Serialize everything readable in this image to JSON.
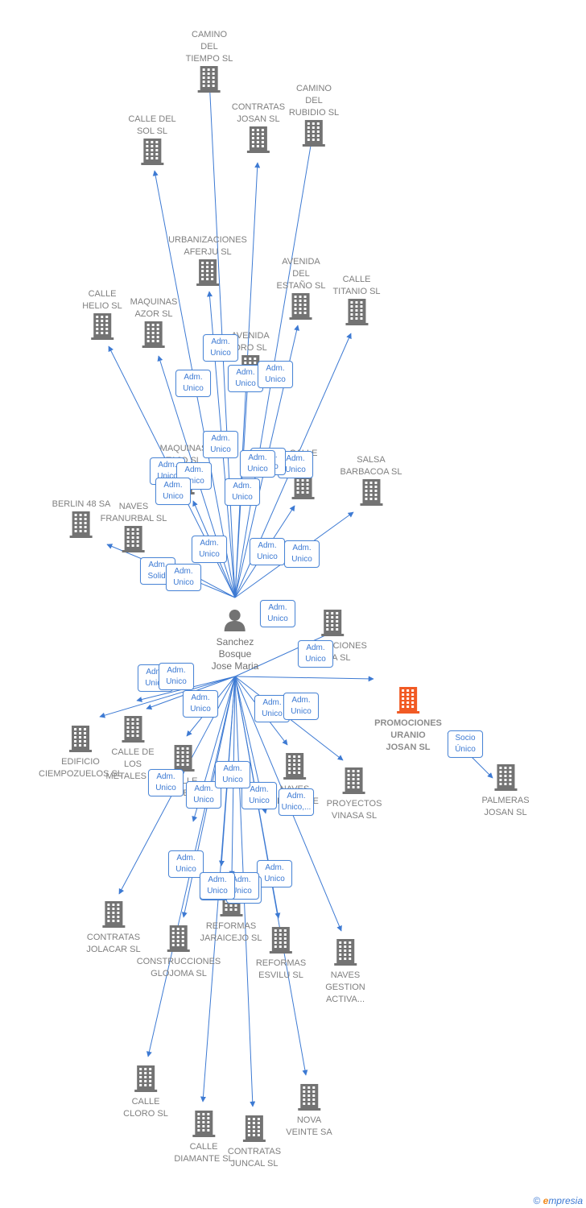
{
  "colors": {
    "edge": "#3d7ad3",
    "building": "#737373",
    "highlight": "#f15a24",
    "badge_border": "#4a86d8"
  },
  "center": {
    "name": "Sanchez\nBosque\nJose Maria",
    "icon": "person-icon"
  },
  "nodes": [
    {
      "id": "camino-tiempo",
      "label": "CAMINO\nDEL\nTIEMPO SL",
      "icon": "building-icon"
    },
    {
      "id": "contratas-josan",
      "label": "CONTRATAS\nJOSAN  SL",
      "icon": "building-icon"
    },
    {
      "id": "camino-rubidio",
      "label": "CAMINO\nDEL\nRUBIDIO SL",
      "icon": "building-icon"
    },
    {
      "id": "calle-sol",
      "label": "CALLE DEL\nSOL SL",
      "icon": "building-icon"
    },
    {
      "id": "urbanizaciones-aferju",
      "label": "URBANIZACIONES\nAFERJU SL",
      "icon": "building-icon"
    },
    {
      "id": "avenida-estano",
      "label": "AVENIDA\nDEL\nESTAÑO SL",
      "icon": "building-icon"
    },
    {
      "id": "calle-titanio",
      "label": "CALLE\nTITANIO SL",
      "icon": "building-icon"
    },
    {
      "id": "calle-helio",
      "label": "CALLE\nHELIO SL",
      "icon": "building-icon"
    },
    {
      "id": "maquinas-azor",
      "label": "MAQUINAS\nAZOR  SL",
      "icon": "building-icon"
    },
    {
      "id": "avenida-oro",
      "label": "AVENIDA\nORO SL",
      "icon": "building-icon"
    },
    {
      "id": "maquinas-tajo",
      "label": "MAQUINAS\nTAJO SL",
      "icon": "building-icon"
    },
    {
      "id": "calle-sl",
      "label": "CALLE\nSL",
      "icon": "building-icon"
    },
    {
      "id": "salsa-barbacoa",
      "label": "SALSA\nBARBACOA SL",
      "icon": "building-icon"
    },
    {
      "id": "berlin-48",
      "label": "BERLIN 48 SA",
      "icon": "building-icon"
    },
    {
      "id": "naves-franurbal",
      "label": "NAVES\nFRANURBAL SL",
      "icon": "building-icon"
    },
    {
      "id": "edificaciones-anpa",
      "label": "EDIFICACIONES\nANPA SL",
      "icon": "building-icon"
    },
    {
      "id": "promociones-uranio",
      "label": "PROMOCIONES\nURANIO\nJOSAN  SL",
      "icon": "building-icon",
      "highlight": true
    },
    {
      "id": "palmeras-josan",
      "label": "PALMERAS\nJOSAN  SL",
      "icon": "building-icon"
    },
    {
      "id": "edificio-ciempozuelos",
      "label": "EDIFICIO\nCIEMPOZUELOS SL",
      "icon": "building-icon"
    },
    {
      "id": "calle-metales",
      "label": "CALLE DE\nLOS\nMETALES SL",
      "icon": "building-icon"
    },
    {
      "id": "calle-le",
      "label": "CALLE\nLE",
      "icon": "building-icon"
    },
    {
      "id": "naves-negratse",
      "label": "NAVES\nNEGRATSE",
      "icon": "building-icon"
    },
    {
      "id": "proyectos-vinasa",
      "label": "PROYECTOS\nVINASA SL",
      "icon": "building-icon"
    },
    {
      "id": "contratas-jolacar",
      "label": "CONTRATAS\nJOLACAR SL",
      "icon": "building-icon"
    },
    {
      "id": "reformas-jaraicejo",
      "label": "REFORMAS\nJARAICEJO SL",
      "icon": "building-icon"
    },
    {
      "id": "construcciones-glojoma",
      "label": "CONSTRUCCIONES\nGLOJOMA SL",
      "icon": "building-icon"
    },
    {
      "id": "reformas-esvilu",
      "label": "REFORMAS\nESVILU SL",
      "icon": "building-icon"
    },
    {
      "id": "naves-gestion",
      "label": "NAVES\nGESTION\nACTIVA...",
      "icon": "building-icon"
    },
    {
      "id": "calle-cloro",
      "label": "CALLE\nCLORO SL",
      "icon": "building-icon"
    },
    {
      "id": "nova-veinte",
      "label": "NOVA\nVEINTE SA",
      "icon": "building-icon"
    },
    {
      "id": "calle-diamante",
      "label": "CALLE\nDIAMANTE SL",
      "icon": "building-icon"
    },
    {
      "id": "contratas-juncal",
      "label": "CONTRATAS\nJUNCAL SL",
      "icon": "building-icon"
    }
  ],
  "edges": [
    {
      "to": "camino-tiempo",
      "label": "Adm.\nUnico"
    },
    {
      "to": "contratas-josan",
      "label": "Adm.\nUnico"
    },
    {
      "to": "camino-rubidio",
      "label": "Adm.\nUnico"
    },
    {
      "to": "calle-sol",
      "label": "Adm.\nUnico"
    },
    {
      "to": "urbanizaciones-aferju",
      "label": "Adm.\nUnico"
    },
    {
      "to": "avenida-estano",
      "label": "Adm.\nUnico"
    },
    {
      "to": "calle-titanio",
      "label": "Adm.\nUnico"
    },
    {
      "to": "calle-helio",
      "label": "Adm.\nUnico"
    },
    {
      "to": "maquinas-azor",
      "label": "Adm.\nUnico"
    },
    {
      "to": "avenida-oro",
      "label": "Adm.\nUnico"
    },
    {
      "to": "maquinas-tajo",
      "label": "Adm.\nUnico"
    },
    {
      "to": "calle-sl",
      "label": "Adm.\nUnico"
    },
    {
      "to": "salsa-barbacoa",
      "label": "Adm.\nUnico"
    },
    {
      "to": "berlin-48",
      "label": "Adm.\nSolid."
    },
    {
      "to": "naves-franurbal",
      "label": "Adm.\nUnico"
    },
    {
      "to": "edificaciones-anpa",
      "label": "Adm.\nUnico"
    },
    {
      "to": "promociones-uranio",
      "label": "Adm.\nUnico"
    },
    {
      "from": "promociones-uranio",
      "to": "palmeras-josan",
      "label": "Socio\nÚnico"
    },
    {
      "to": "edificio-ciempozuelos",
      "label": "Adm.\nUnico"
    },
    {
      "to": "calle-metales",
      "label": "Adm.\nUnico"
    },
    {
      "to": "calle-le",
      "label": "Adm.\nUnico"
    },
    {
      "to": "naves-negratse",
      "label": "Adm.\nUnico"
    },
    {
      "to": "proyectos-vinasa",
      "label": "Adm.\nUnico"
    },
    {
      "to": "contratas-jolacar",
      "label": "Adm.\nUnico"
    },
    {
      "to": "reformas-jaraicejo",
      "label": "Adm.\nUnico"
    },
    {
      "to": "construcciones-glojoma",
      "label": "Adm.\nUnico"
    },
    {
      "to": "reformas-esvilu",
      "label": "Adm.\nUnico"
    },
    {
      "to": "naves-gestion",
      "label": "Adm.\nUnico,..."
    },
    {
      "to": "calle-cloro",
      "label": "Adm.\nUnico"
    },
    {
      "to": "nova-veinte",
      "label": "Adm.\nUnico"
    },
    {
      "to": "calle-diamante",
      "label": "Adm.\nUnico"
    },
    {
      "to": "contratas-juncal",
      "label": "Adm.\nUnico"
    },
    {
      "to": "edificio-ciempozuelos",
      "label": "Adm.\nUnico"
    },
    {
      "to": "calle-metales",
      "label": "Adm.\nUnico"
    },
    {
      "to": "naves-negratse",
      "label": "Adm.\nUnico"
    },
    {
      "to": "reformas-jaraicejo",
      "label": "Adm.\nUnico"
    }
  ],
  "footer": {
    "copyright": "©",
    "brand_initial": "e",
    "brand_rest": "mpresia"
  }
}
